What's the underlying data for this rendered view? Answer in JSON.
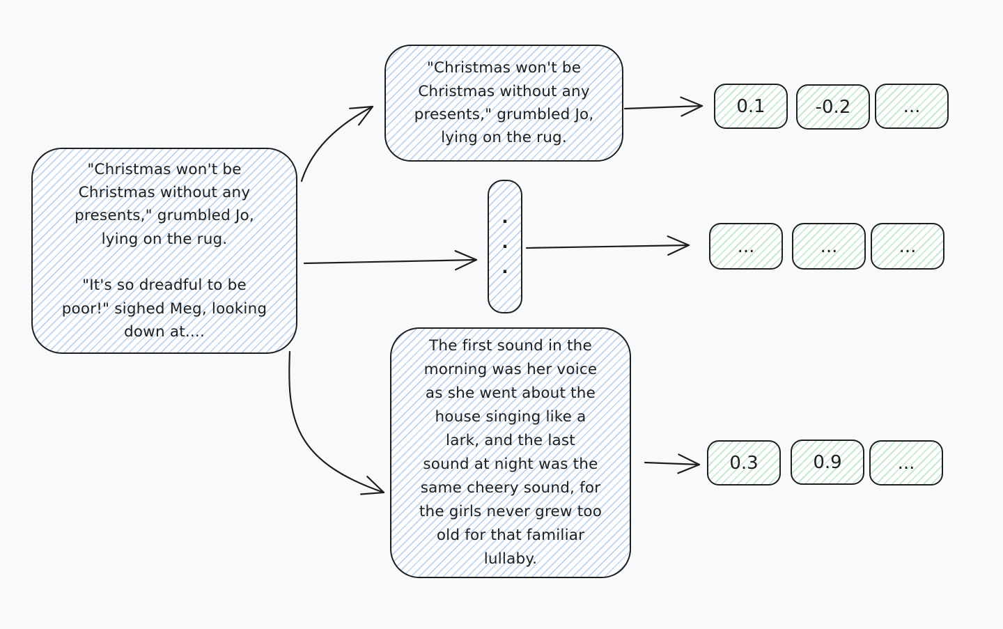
{
  "source_box": {
    "lines": [
      "\"Christmas won't be",
      "Christmas without any",
      "presents,\" grumbled Jo,",
      "lying on the rug.",
      "",
      "\"It's so dreadful to be",
      "poor!\" sighed Meg, looking",
      "down at...."
    ]
  },
  "chunk_top": {
    "lines": [
      "\"Christmas won't be",
      "Christmas without any",
      "presents,\" grumbled Jo,",
      "lying on the rug."
    ]
  },
  "chunk_middle": {
    "dots": [
      "·",
      "·",
      "·"
    ]
  },
  "chunk_bottom": {
    "lines": [
      "The first sound in the",
      "morning was her voice",
      "as she went about the",
      "house singing like a",
      "lark, and the last",
      "sound at night was the",
      "same cheery sound, for",
      "the girls never grew too",
      "old for that familiar",
      "lullaby."
    ]
  },
  "embeddings": {
    "rows": [
      {
        "cells": [
          "0.1",
          "-0.2",
          "..."
        ]
      },
      {
        "cells": [
          "...",
          "...",
          "..."
        ]
      },
      {
        "cells": [
          "0.3",
          "0.9",
          "..."
        ]
      }
    ]
  },
  "colors": {
    "background": "#f8f9fb",
    "stroke": "#1e1e1e",
    "text": "#1e1e1e",
    "blue_hatch": "#a9cdf3",
    "green_hatch": "#aee6c0"
  }
}
